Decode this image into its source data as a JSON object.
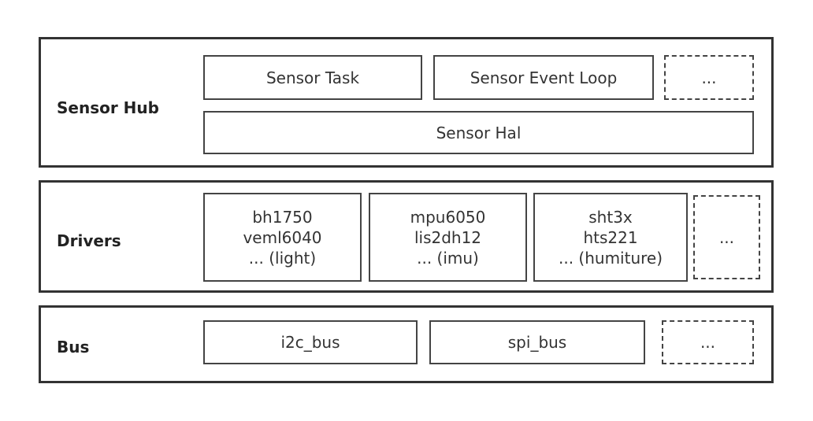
{
  "layers": {
    "sensor_hub": {
      "label": "Sensor Hub",
      "boxes": [
        "Sensor Task",
        "Sensor Event Loop",
        "..."
      ],
      "hal": "Sensor Hal"
    },
    "drivers": {
      "label": "Drivers",
      "light": [
        "bh1750",
        "veml6040",
        "... (light)"
      ],
      "imu": [
        "mpu6050",
        "lis2dh12",
        "... (imu)"
      ],
      "humiture": [
        "sht3x",
        "hts221",
        "... (humiture)"
      ],
      "more": "..."
    },
    "bus": {
      "label": "Bus",
      "boxes": [
        "i2c_bus",
        "spi_bus",
        "..."
      ]
    }
  }
}
